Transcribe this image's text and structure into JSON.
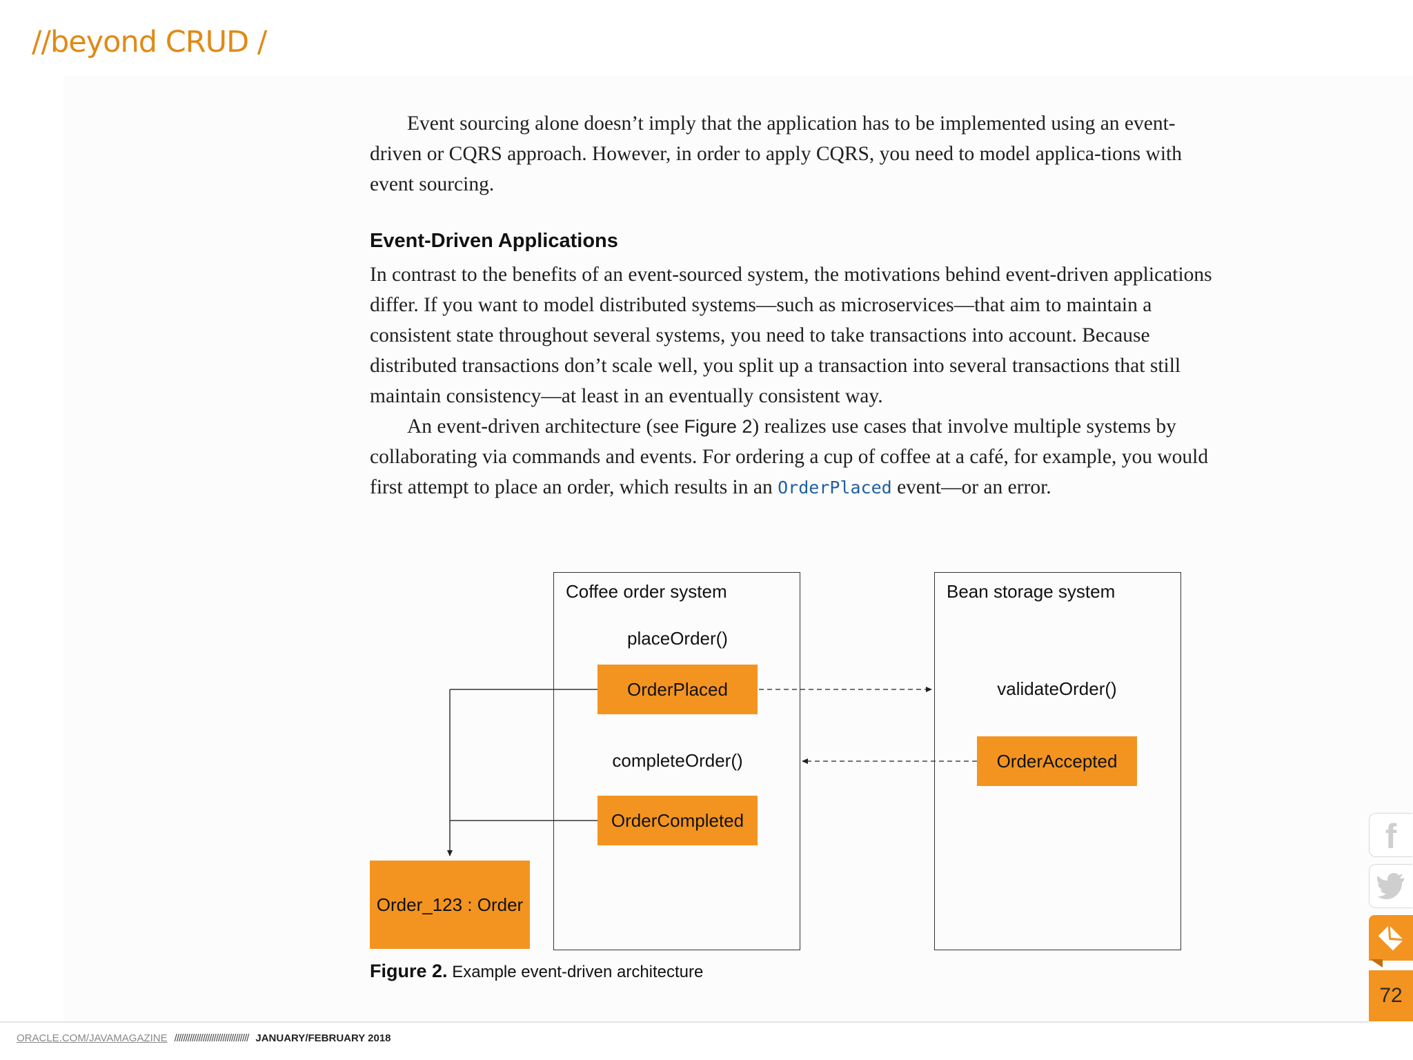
{
  "header": {
    "section_title": "//beyond CRUD /"
  },
  "article": {
    "para1": "Event sourcing alone doesn’t imply that the application has to be implemented using an event-driven or CQRS approach. However, in order to apply CQRS, you need to model applica-tions with event sourcing.",
    "heading": "Event-Driven Applications",
    "para2": "In contrast to the benefits of an event-sourced system, the motivations behind event-driven applications differ. If you want to model distributed systems—such as microservices—that aim to maintain a consistent state throughout several systems, you need to take transactions into account. Because distributed transactions don’t scale well, you split up a transaction into several transactions that still maintain consistency—at least in an eventually consistent way.",
    "para3_a": "An event-driven architecture (see ",
    "para3_figref": "Figure 2",
    "para3_b": ") realizes use cases that involve multiple systems by collaborating via commands and events. For ordering a cup of coffee at a café, for example, you would first attempt to place an order, which results in an ",
    "para3_code": "OrderPlaced",
    "para3_c": " event—or an error."
  },
  "diagram": {
    "coffee_system": {
      "title": "Coffee order system",
      "place_order": "placeOrder()",
      "order_placed": "OrderPlaced",
      "complete_order": "completeOrder()",
      "order_completed": "OrderCompleted"
    },
    "bean_system": {
      "title": "Bean storage system",
      "validate_order": "validateOrder()",
      "order_accepted": "OrderAccepted"
    },
    "aggregate": "Order_123 : Order",
    "caption_label": "Figure 2.",
    "caption_text": " Example event-driven architecture"
  },
  "footer": {
    "site": "ORACLE.COM/JAVAMAGAZINE",
    "slashes": "//////////////////////////////////",
    "issue": "JANUARY/FEBRUARY 2018"
  },
  "sidebar": {
    "facebook_glyph": "f",
    "page_number": "72"
  },
  "colors": {
    "accent": "#f39420",
    "section_title": "#e08a17",
    "code": "#1f5fa3"
  }
}
